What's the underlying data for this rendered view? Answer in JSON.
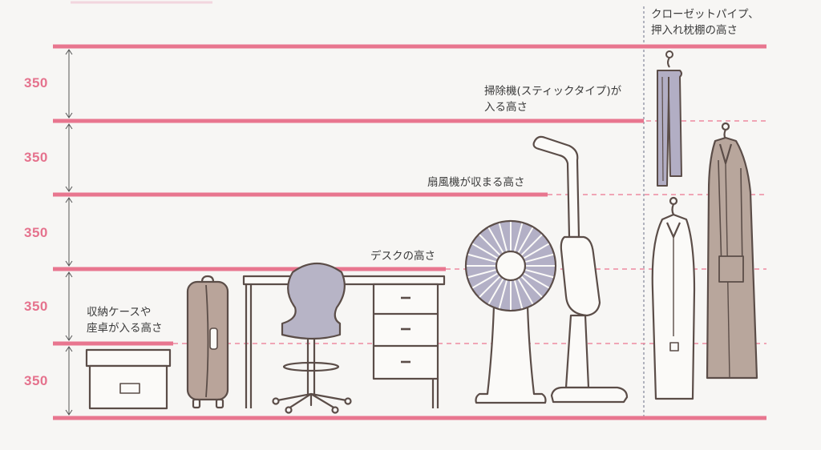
{
  "colors": {
    "shelf_line": "#e8768f",
    "dashed_line": "#ee8aa0",
    "dimension_text": "#e5728d",
    "outline": "#5b4d48",
    "suitcase_fill": "#b9a49a",
    "chair_fill": "#b7b4c6",
    "fan_fill": "#b3b0c6",
    "coat_fill": "#b8a69c",
    "shirt_fill": "#b2aec4"
  },
  "dimensions": [
    "350",
    "350",
    "350",
    "350",
    "350"
  ],
  "labels": {
    "closet": [
      "クローゼットパイプ、",
      "押入れ枕棚の高さ"
    ],
    "vacuum": [
      "掃除機(スティックタイプ)が",
      "入る高さ"
    ],
    "fan": "扇風機が収まる高さ",
    "desk": "デスクの高さ",
    "storage": [
      "収納ケースや",
      "座卓が入る高さ"
    ]
  },
  "icons": [
    "storage-box-icon",
    "suitcase-icon",
    "desk-icon",
    "chair-icon",
    "electric-fan-icon",
    "stick-vacuum-icon",
    "hanging-trousers-icon",
    "hanging-shirt-icon",
    "hanging-coat-icon"
  ]
}
